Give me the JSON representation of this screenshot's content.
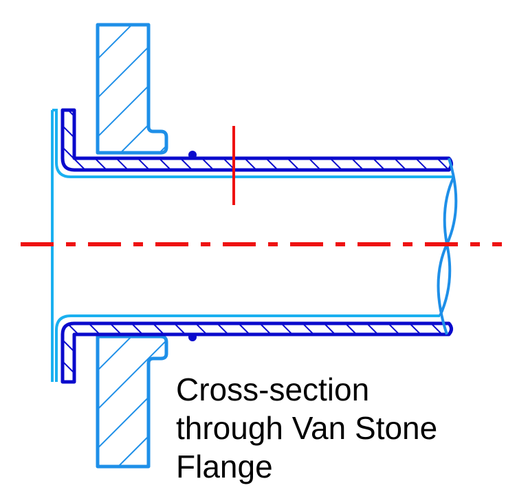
{
  "caption": {
    "line1": "Cross-section",
    "line2": "through Van Stone",
    "line3": "Flange"
  },
  "colors": {
    "flange": "#1e8fe8",
    "pipe": "#0a0acc",
    "lap": "#1ab0f0",
    "centerline": "#ee1111",
    "text": "#000000"
  }
}
